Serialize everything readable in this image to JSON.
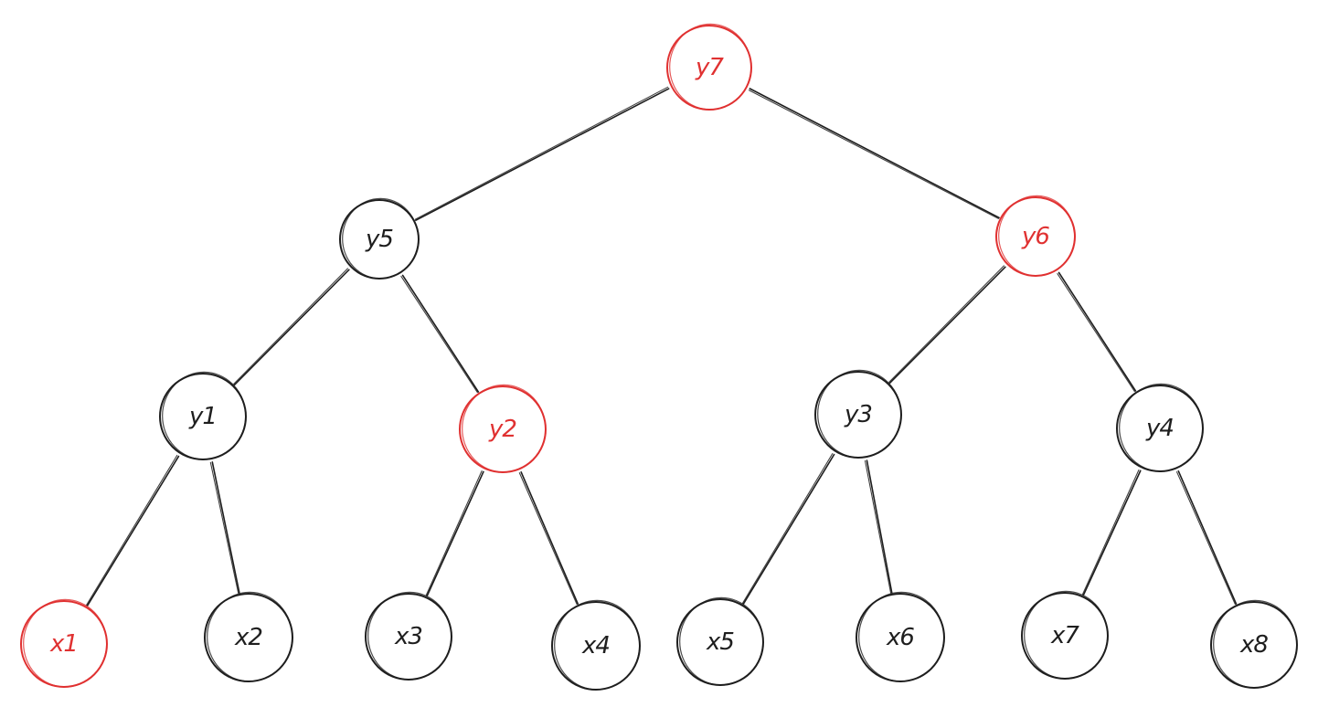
{
  "colors": {
    "default": "#1e1e1e",
    "highlight": "#e03131"
  },
  "nodes": [
    {
      "id": "y7",
      "label": "y7",
      "highlight": true
    },
    {
      "id": "y5",
      "label": "y5",
      "highlight": false
    },
    {
      "id": "y6",
      "label": "y6",
      "highlight": true
    },
    {
      "id": "y1",
      "label": "y1",
      "highlight": false
    },
    {
      "id": "y2",
      "label": "y2",
      "highlight": true
    },
    {
      "id": "y3",
      "label": "y3",
      "highlight": false
    },
    {
      "id": "y4",
      "label": "y4",
      "highlight": false
    },
    {
      "id": "x1",
      "label": "x1",
      "highlight": true
    },
    {
      "id": "x2",
      "label": "x2",
      "highlight": false
    },
    {
      "id": "x3",
      "label": "x3",
      "highlight": false
    },
    {
      "id": "x4",
      "label": "x4",
      "highlight": false
    },
    {
      "id": "x5",
      "label": "x5",
      "highlight": false
    },
    {
      "id": "x6",
      "label": "x6",
      "highlight": false
    },
    {
      "id": "x7",
      "label": "x7",
      "highlight": false
    },
    {
      "id": "x8",
      "label": "x8",
      "highlight": false
    }
  ],
  "edges": [
    {
      "from": "y7",
      "to": "y5"
    },
    {
      "from": "y7",
      "to": "y6"
    },
    {
      "from": "y5",
      "to": "y1"
    },
    {
      "from": "y5",
      "to": "y2"
    },
    {
      "from": "y6",
      "to": "y3"
    },
    {
      "from": "y6",
      "to": "y4"
    },
    {
      "from": "y1",
      "to": "x1"
    },
    {
      "from": "y1",
      "to": "x2"
    },
    {
      "from": "y2",
      "to": "x3"
    },
    {
      "from": "y2",
      "to": "x4"
    },
    {
      "from": "y3",
      "to": "x5"
    },
    {
      "from": "y3",
      "to": "x6"
    },
    {
      "from": "y4",
      "to": "x7"
    },
    {
      "from": "y4",
      "to": "x8"
    }
  ]
}
